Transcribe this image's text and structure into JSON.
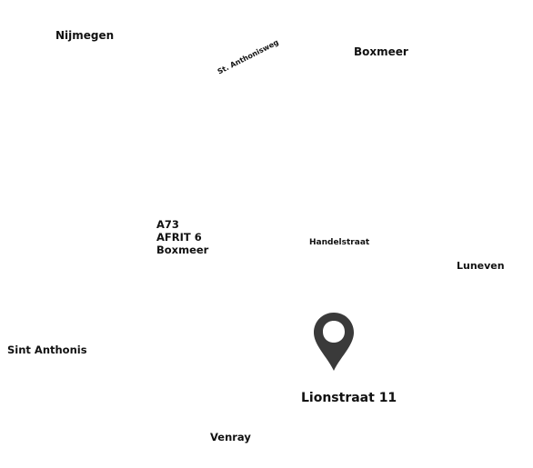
{
  "map": {
    "places": {
      "nijmegen": "Nijmegen",
      "boxmeer": "Boxmeer",
      "luneven": "Luneven",
      "sint_anthonis": "Sint Anthonis",
      "venray": "Venray"
    },
    "roads": {
      "anthonisweg": "St. Anthonisweg",
      "handelstraat": "Handelstraat"
    },
    "exit": {
      "road": "A73",
      "exit": "AFRIT 6",
      "town": "Boxmeer"
    },
    "marker": {
      "icon": "map-pin-icon",
      "color": "#3a3a3a",
      "address": "Lionstraat 11"
    }
  }
}
